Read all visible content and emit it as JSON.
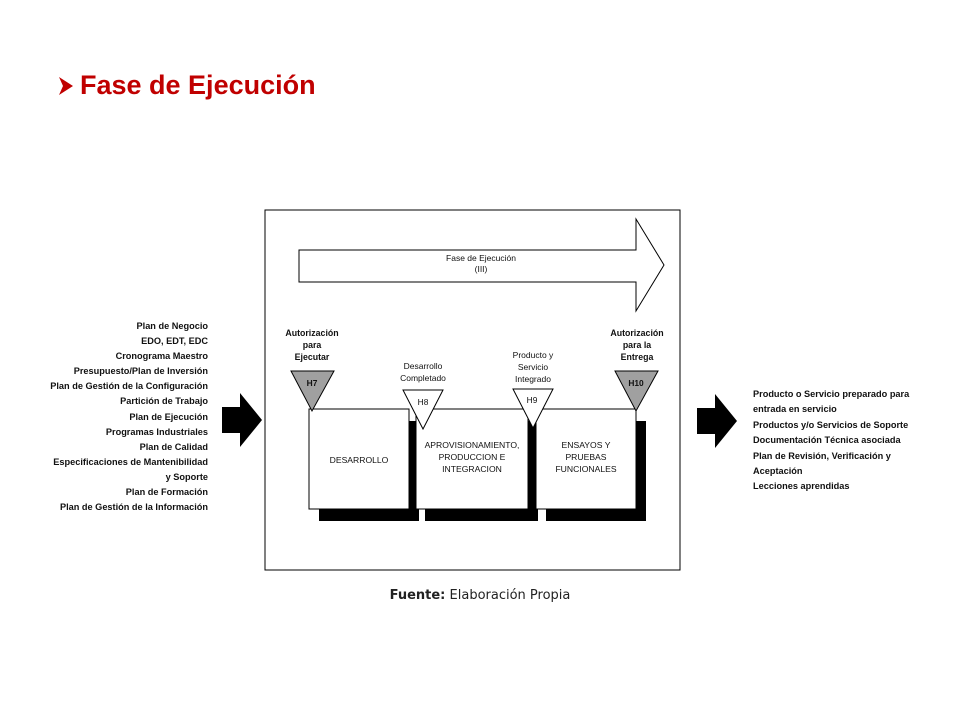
{
  "slide": {
    "title": "Fase de Ejecución",
    "title_color": "#c00000",
    "bullet_icon": "arrow-bullet-icon"
  },
  "inputs": [
    "Plan de Negocio",
    "EDO, EDT, EDC",
    "Cronograma Maestro",
    "Presupuesto/Plan de Inversión",
    "Plan de Gestión de la Configuración",
    "Partición de Trabajo",
    "Plan de Ejecución",
    "Programas Industriales",
    "Plan de Calidad",
    "Especificaciones de Mantenibilidad",
    "y Soporte",
    "Plan de Formación",
    "Plan de Gestión de la Información"
  ],
  "outputs": [
    "Producto o Servicio preparado para",
    "entrada en servicio",
    "Productos y/o Servicios de Soporte",
    "Documentación Técnica asociada",
    "Plan de Revisión, Verificación y",
    "Aceptación",
    "Lecciones aprendidas"
  ],
  "diagram": {
    "phase_arrow": {
      "line1": "Fase de Ejecución",
      "line2": "(III)"
    },
    "auth_execute": [
      "Autorización",
      "para",
      "Ejecutar"
    ],
    "auth_delivery": [
      "Autorización",
      "para la",
      "Entrega"
    ],
    "milestone_h8_label": [
      "Desarrollo",
      "Completado"
    ],
    "milestone_h9_label": [
      "Producto y",
      "Servicio",
      "Integrado"
    ],
    "milestones": {
      "h7": "H7",
      "h8": "H8",
      "h9": "H9",
      "h10": "H10"
    },
    "boxes": {
      "desarrollo": [
        "DESARROLLO"
      ],
      "aprovisionamiento": [
        "APROVISIONAMIENTO,",
        "PRODUCCION E",
        "INTEGRACION"
      ],
      "ensayos": [
        "ENSAYOS Y",
        "PRUEBAS",
        "FUNCIONALES"
      ]
    }
  },
  "source": {
    "label": "Fuente:",
    "text": "Elaboración Propia"
  }
}
